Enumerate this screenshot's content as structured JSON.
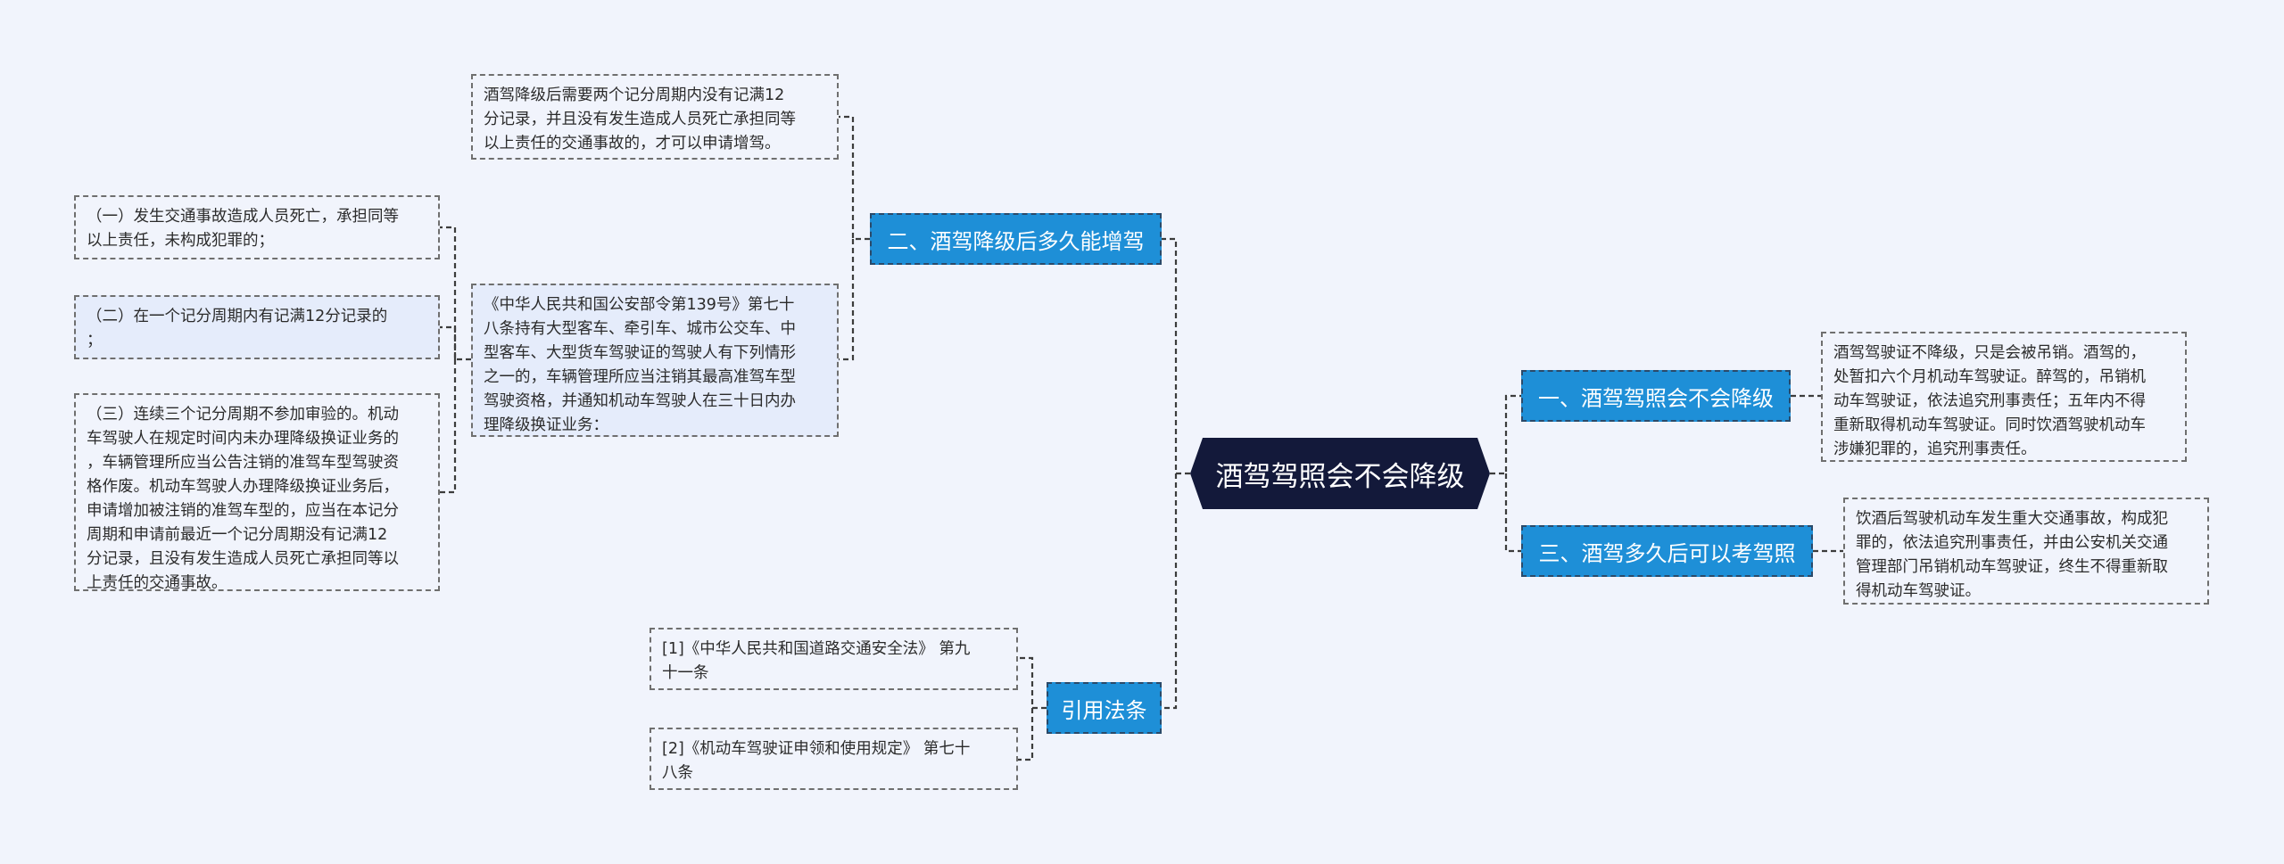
{
  "root": {
    "label": "酒驾驾照会不会降级"
  },
  "branches": {
    "b1": {
      "label": "一、酒驾驾照会不会降级"
    },
    "b2": {
      "label": "二、酒驾降级后多久能增驾"
    },
    "b3": {
      "label": "三、酒驾多久后可以考驾照"
    },
    "b4": {
      "label": "引用法条"
    }
  },
  "leaves": {
    "b1_detail": {
      "lines": [
        "酒驾驾驶证不降级，只是会被吊销。酒驾的，",
        "处暂扣六个月机动车驾驶证。醉驾的，吊销机",
        "动车驾驶证，依法追究刑事责任；五年内不得",
        "重新取得机动车驾驶证。同时饮酒驾驶机动车",
        "涉嫌犯罪的，追究刑事责任。"
      ]
    },
    "b3_detail": {
      "lines": [
        "饮酒后驾驶机动车发生重大交通事故，构成犯",
        "罪的，依法追究刑事责任，并由公安机关交通",
        "管理部门吊销机动车驾驶证，终生不得重新取",
        "得机动车驾驶证。"
      ]
    },
    "b2_upgrade": {
      "lines": [
        "酒驾降级后需要两个记分周期内没有记满12",
        "分记录，并且没有发生造成人员死亡承担同等",
        "以上责任的交通事故的，才可以申请增驾。"
      ]
    },
    "b2_order": {
      "lines": [
        "《中华人民共和国公安部令第139号》第七十",
        "八条持有大型客车、牵引车、城市公交车、中",
        "型客车、大型货车驾驶证的驾驶人有下列情形",
        "之一的，车辆管理所应当注销其最高准驾车型",
        "驾驶资格，并通知机动车驾驶人在三十日内办",
        "理降级换证业务："
      ]
    },
    "case1": {
      "lines": [
        "（一）发生交通事故造成人员死亡，承担同等",
        "以上责任，未构成犯罪的；"
      ]
    },
    "case2": {
      "lines": [
        "（二）在一个记分周期内有记满12分记录的",
        "；"
      ]
    },
    "case3": {
      "lines": [
        "（三）连续三个记分周期不参加审验的。机动",
        "车驾驶人在规定时间内未办理降级换证业务的",
        "，车辆管理所应当公告注销的准驾车型驾驶资",
        "格作废。机动车驾驶人办理降级换证业务后，",
        "申请增加被注销的准驾车型的，应当在本记分",
        "周期和申请前最近一个记分周期没有记满12",
        "分记录，且没有发生造成人员死亡承担同等以",
        "上责任的交通事故。"
      ]
    },
    "ref1": {
      "lines": [
        "[1]《中华人民共和国道路交通安全法》 第九",
        "十一条"
      ]
    },
    "ref2": {
      "lines": [
        "[2]《机动车驾驶证申领和使用规定》 第七十",
        "八条"
      ]
    }
  },
  "colors": {
    "background": "#f1f4fc",
    "root_fill": "#13193a",
    "branch_fill": "#1e8fd7",
    "connector": "#3c3c3c",
    "leaf_highlight": "#e5ecfb"
  }
}
